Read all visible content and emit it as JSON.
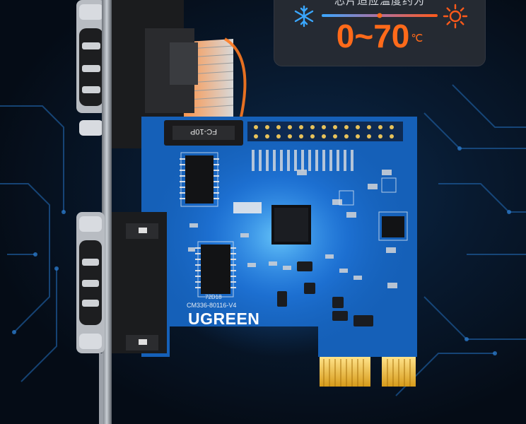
{
  "spec_panel": {
    "heading": "芯片适应温度约为",
    "range": "0~70",
    "unit": "℃",
    "cold_icon": "snowflake-icon",
    "hot_icon": "sun-icon",
    "gradient_colors": [
      "#3aa7ff",
      "#ff5a1a"
    ]
  },
  "board": {
    "brand": "UGREEN",
    "model": "CM336-80116-V4",
    "chip_code": "72D18",
    "connector_label": "FC-10P",
    "board_color": "#1560b8"
  }
}
